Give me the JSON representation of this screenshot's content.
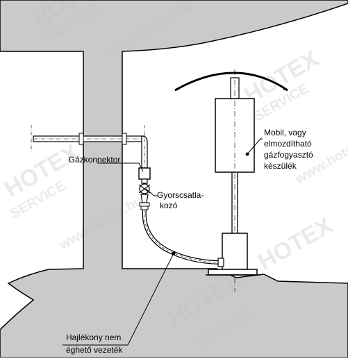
{
  "labels": {
    "connector": "Gázkonnektor",
    "quick_coupling_line1": "Gyorscsatla-",
    "quick_coupling_line2": "kozó",
    "appliance_line1": "Mobil, vagy",
    "appliance_line2": "elmozdítható",
    "appliance_line3": "gázfogyasztó",
    "appliance_line4": "készülék",
    "hose_line1": "Hajlékony nem",
    "hose_line2": "éghető vezeték"
  },
  "watermarks": {
    "brand": "HOTEX",
    "service": "SERVICE",
    "url": "www.hotex.hu"
  },
  "colors": {
    "wall_fill": "#bdbdbd",
    "line": "#000000",
    "watermark": "#d9d9d9",
    "background": "#ffffff"
  }
}
